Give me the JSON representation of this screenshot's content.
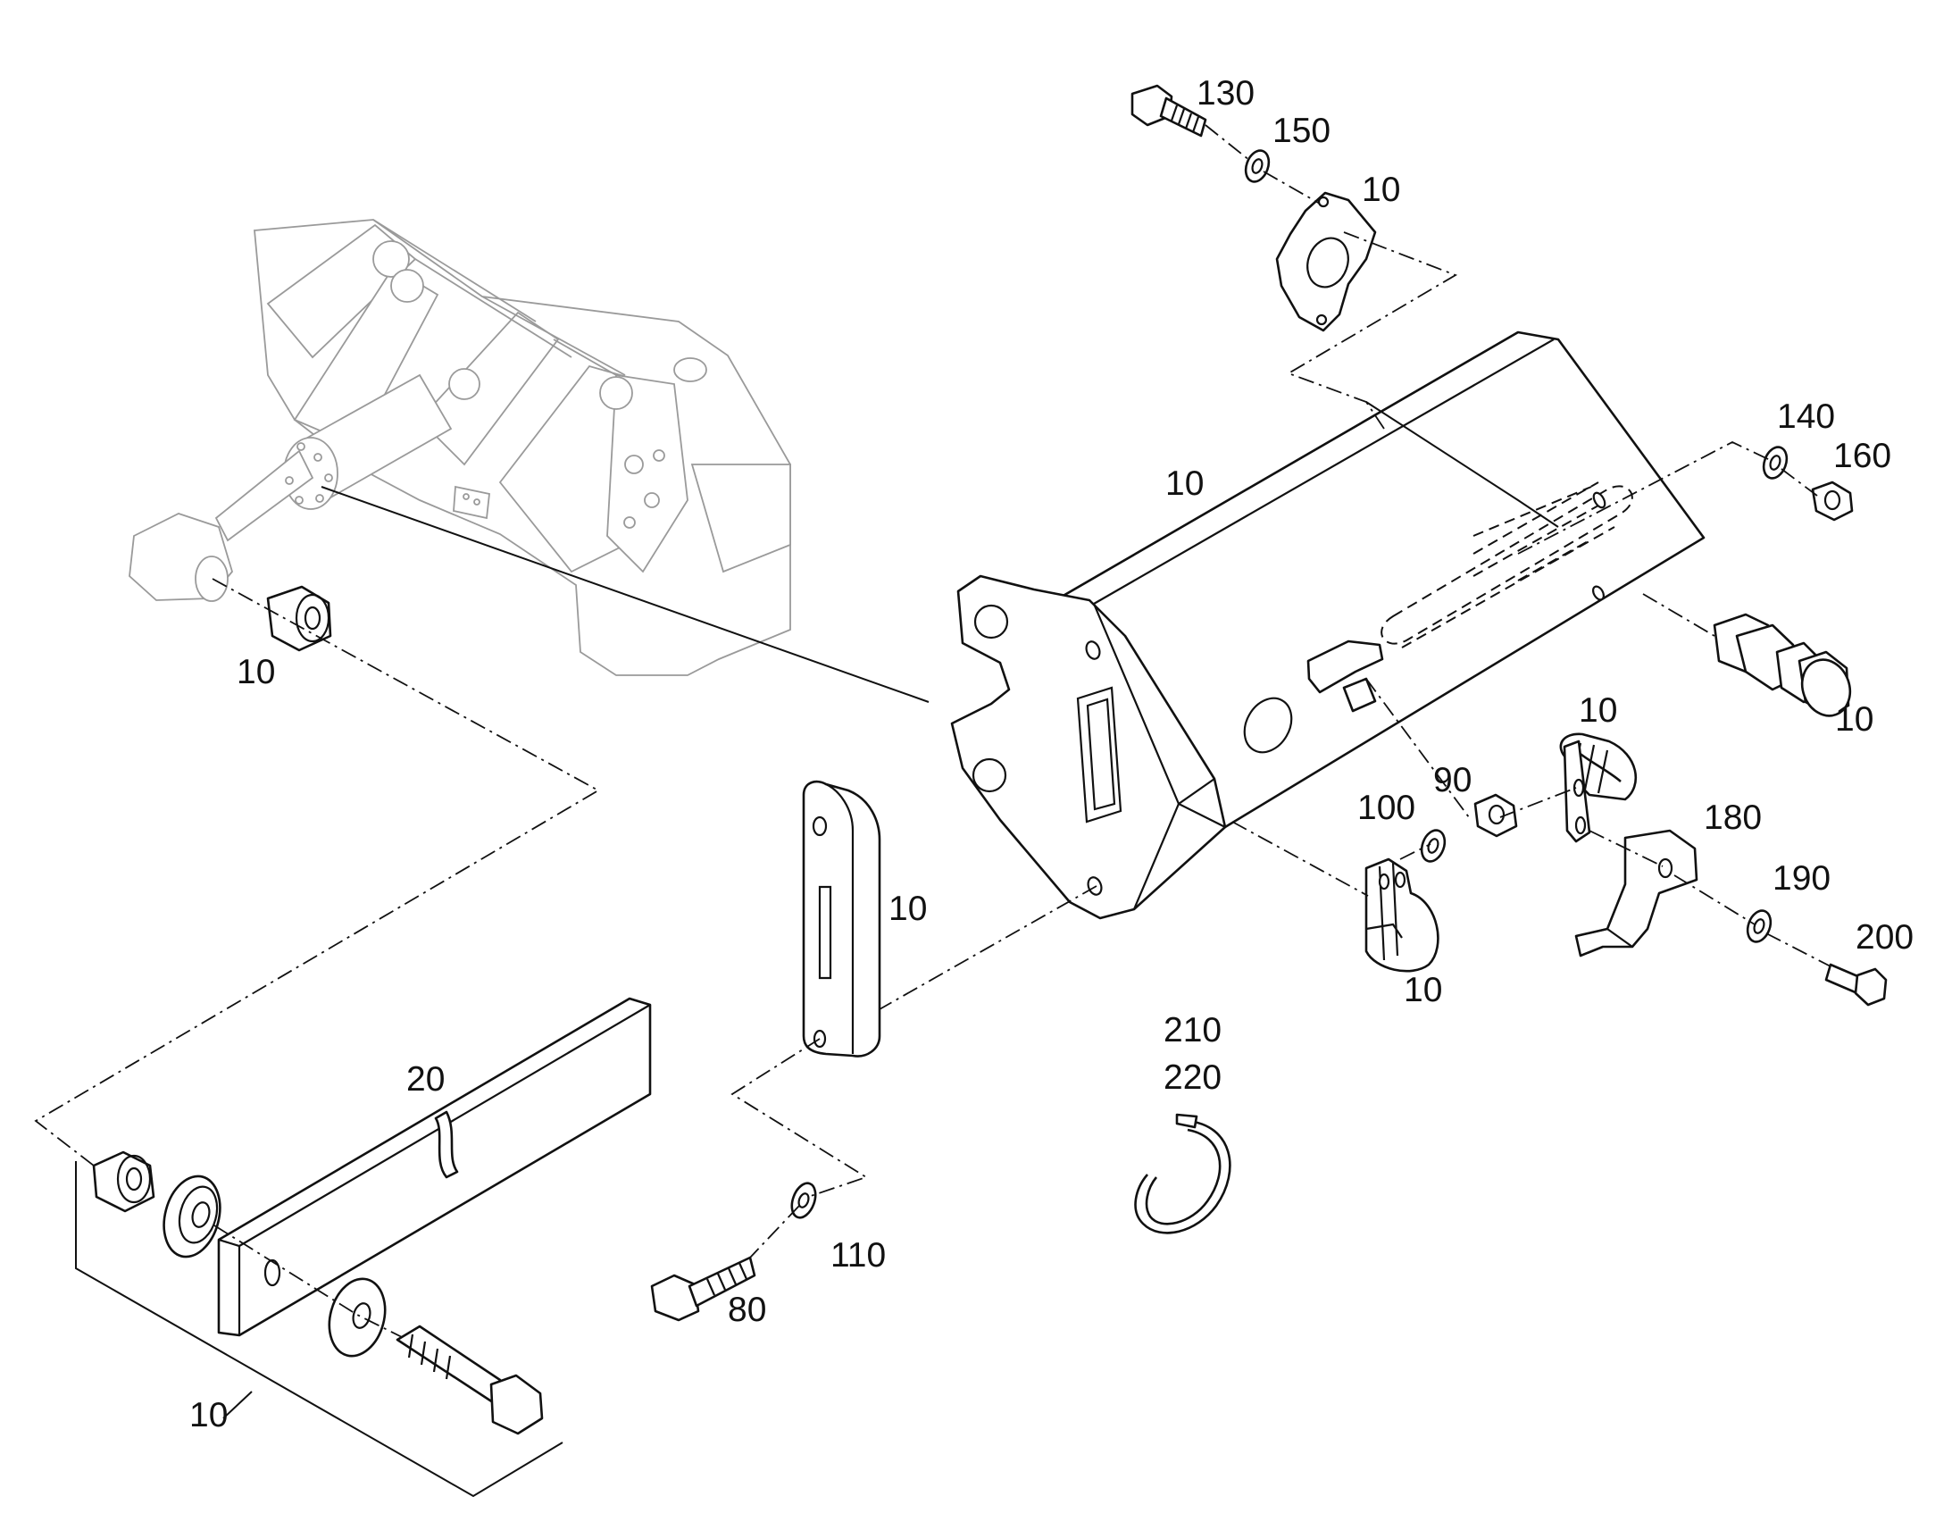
{
  "labels": {
    "p130": "130",
    "p150": "150",
    "p10_plate": "10",
    "p10_tube": "10",
    "p140": "140",
    "p160": "160",
    "p10_coupling": "10",
    "p10_nut_left": "10",
    "p10_clip_top": "10",
    "p90": "90",
    "p100": "100",
    "p180": "180",
    "p190": "190",
    "p200": "200",
    "p10_clip_bottom": "10",
    "p10_spacer": "10",
    "p20": "20",
    "p210": "210",
    "p220": "220",
    "p110": "110",
    "p80": "80",
    "p10_kit": "10"
  }
}
